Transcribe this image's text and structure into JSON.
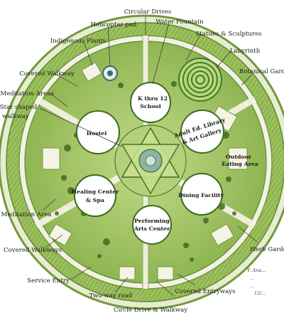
{
  "labels": {
    "circular_drives": "Circular Drives",
    "helicopter_pad": "Helicopter pad",
    "water_fountain": "Water Fountain",
    "indigenous_plants": "Indigenous Plants",
    "statues_sculptures": "Statues & Sculptures",
    "labyrinth": "Labyrinth",
    "covered_walkway_top": "Covered Walkway",
    "botanical_garden": "Botanical Garde",
    "meditation_areas": "Meditation Areas",
    "star_shaped_1": "Star shaped",
    "star_shaped_2": "walkway",
    "meditation_area": "Meditation Area",
    "covered_walkways": "Covered Walkways",
    "service_entry": "Service Entry",
    "two_way_road": "Two-way road",
    "circle_drive_walkway": "Circle Drive & Walkway",
    "covered_entryways": "Covered Entryways",
    "herb_garden": "Herb Garde"
  },
  "buildings": {
    "school_1": "K thru 12",
    "school_2": "School",
    "hostel": "Hostel",
    "library_1": "Adult Ed. Library",
    "library_2": "& Art Gallery",
    "outdoor_1": "Outdoor",
    "outdoor_2": "Eating Area",
    "healing_1": "Healing Center",
    "healing_2": "& Spa",
    "dining": "Dining Facility",
    "arts_1": "Performing",
    "arts_2": "Arts Center"
  },
  "signature": {
    "line1": "Y. Ana...",
    "line2": "...",
    "line3": "...",
    "line4": "12/..."
  },
  "colors": {
    "ring": "#6f9a3a",
    "drive": "#f3f1e3",
    "lawn": "#a9c96a",
    "dark_green": "#3f6b22",
    "star": "#c7de8f",
    "building_fill": "#ffffff"
  }
}
